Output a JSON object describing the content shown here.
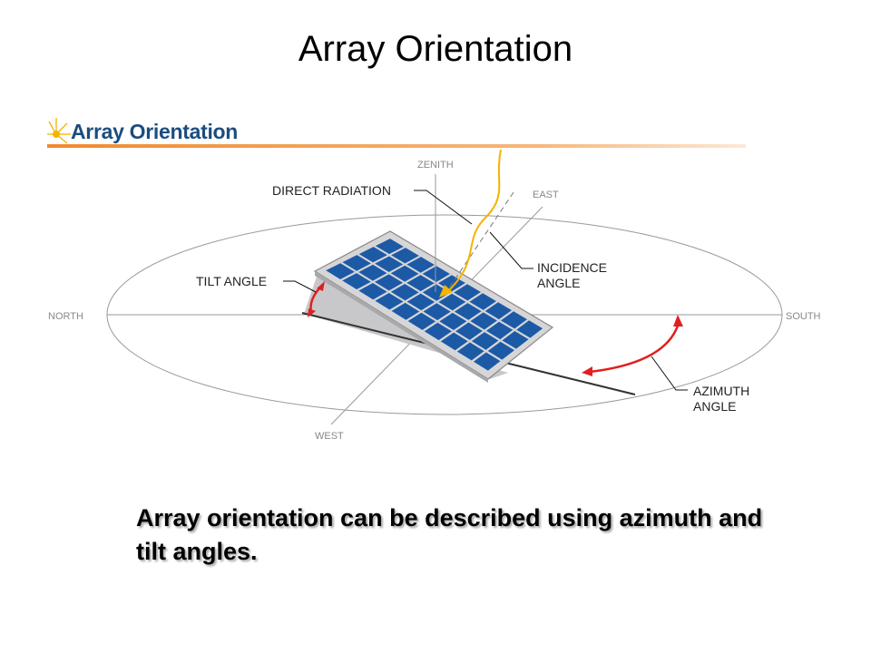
{
  "slide": {
    "title": "Array Orientation",
    "caption": "Array orientation can be described using azimuth and tilt angles."
  },
  "banner": {
    "title": "Array Orientation",
    "icon": "sun-icon"
  },
  "diagram": {
    "directions": {
      "north": "NORTH",
      "south": "SOUTH",
      "east": "EAST",
      "west": "WEST",
      "zenith": "ZENITH"
    },
    "labels": {
      "direct_radiation": "DIRECT RADIATION",
      "tilt_angle": "TILT ANGLE",
      "incidence_line1": "INCIDENCE",
      "incidence_line2": "ANGLE",
      "azimuth_line1": "AZIMUTH",
      "azimuth_line2": "ANGLE"
    },
    "colors": {
      "panel": "#1d5aa6",
      "arrow": "#e02020",
      "ray": "#f4b400",
      "banner": "#1a4d80"
    }
  }
}
